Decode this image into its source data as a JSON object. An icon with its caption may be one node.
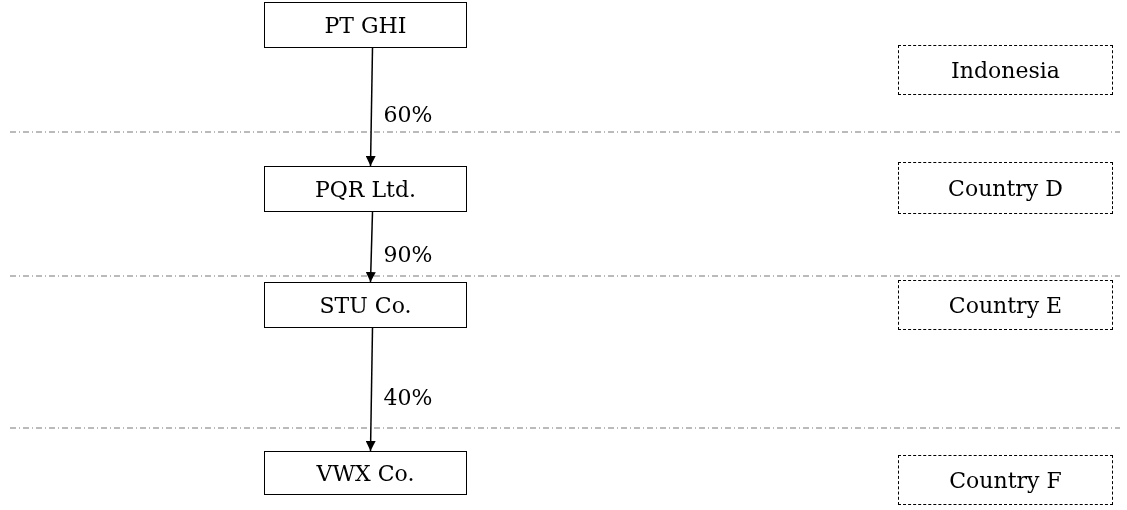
{
  "diagram": {
    "nodes": [
      {
        "text": [
          "PT GHI"
        ]
      },
      {
        "text": [
          "PQR Ltd."
        ]
      },
      {
        "text": [
          "STU Co."
        ]
      },
      {
        "text": [
          "VWX Co."
        ]
      },
      {
        "text": [
          "Indonesia"
        ]
      },
      {
        "text": [
          "Country D"
        ]
      },
      {
        "text": [
          "Country E"
        ]
      },
      {
        "text": [
          "Country F"
        ]
      }
    ],
    "edges": [
      {
        "from": 0,
        "to": 1,
        "arrow": "to",
        "label": "60%"
      },
      {
        "from": 1,
        "to": 2,
        "arrow": "to",
        "label": "90%"
      },
      {
        "from": 2,
        "to": 3,
        "arrow": "to",
        "label": "40%"
      }
    ]
  }
}
